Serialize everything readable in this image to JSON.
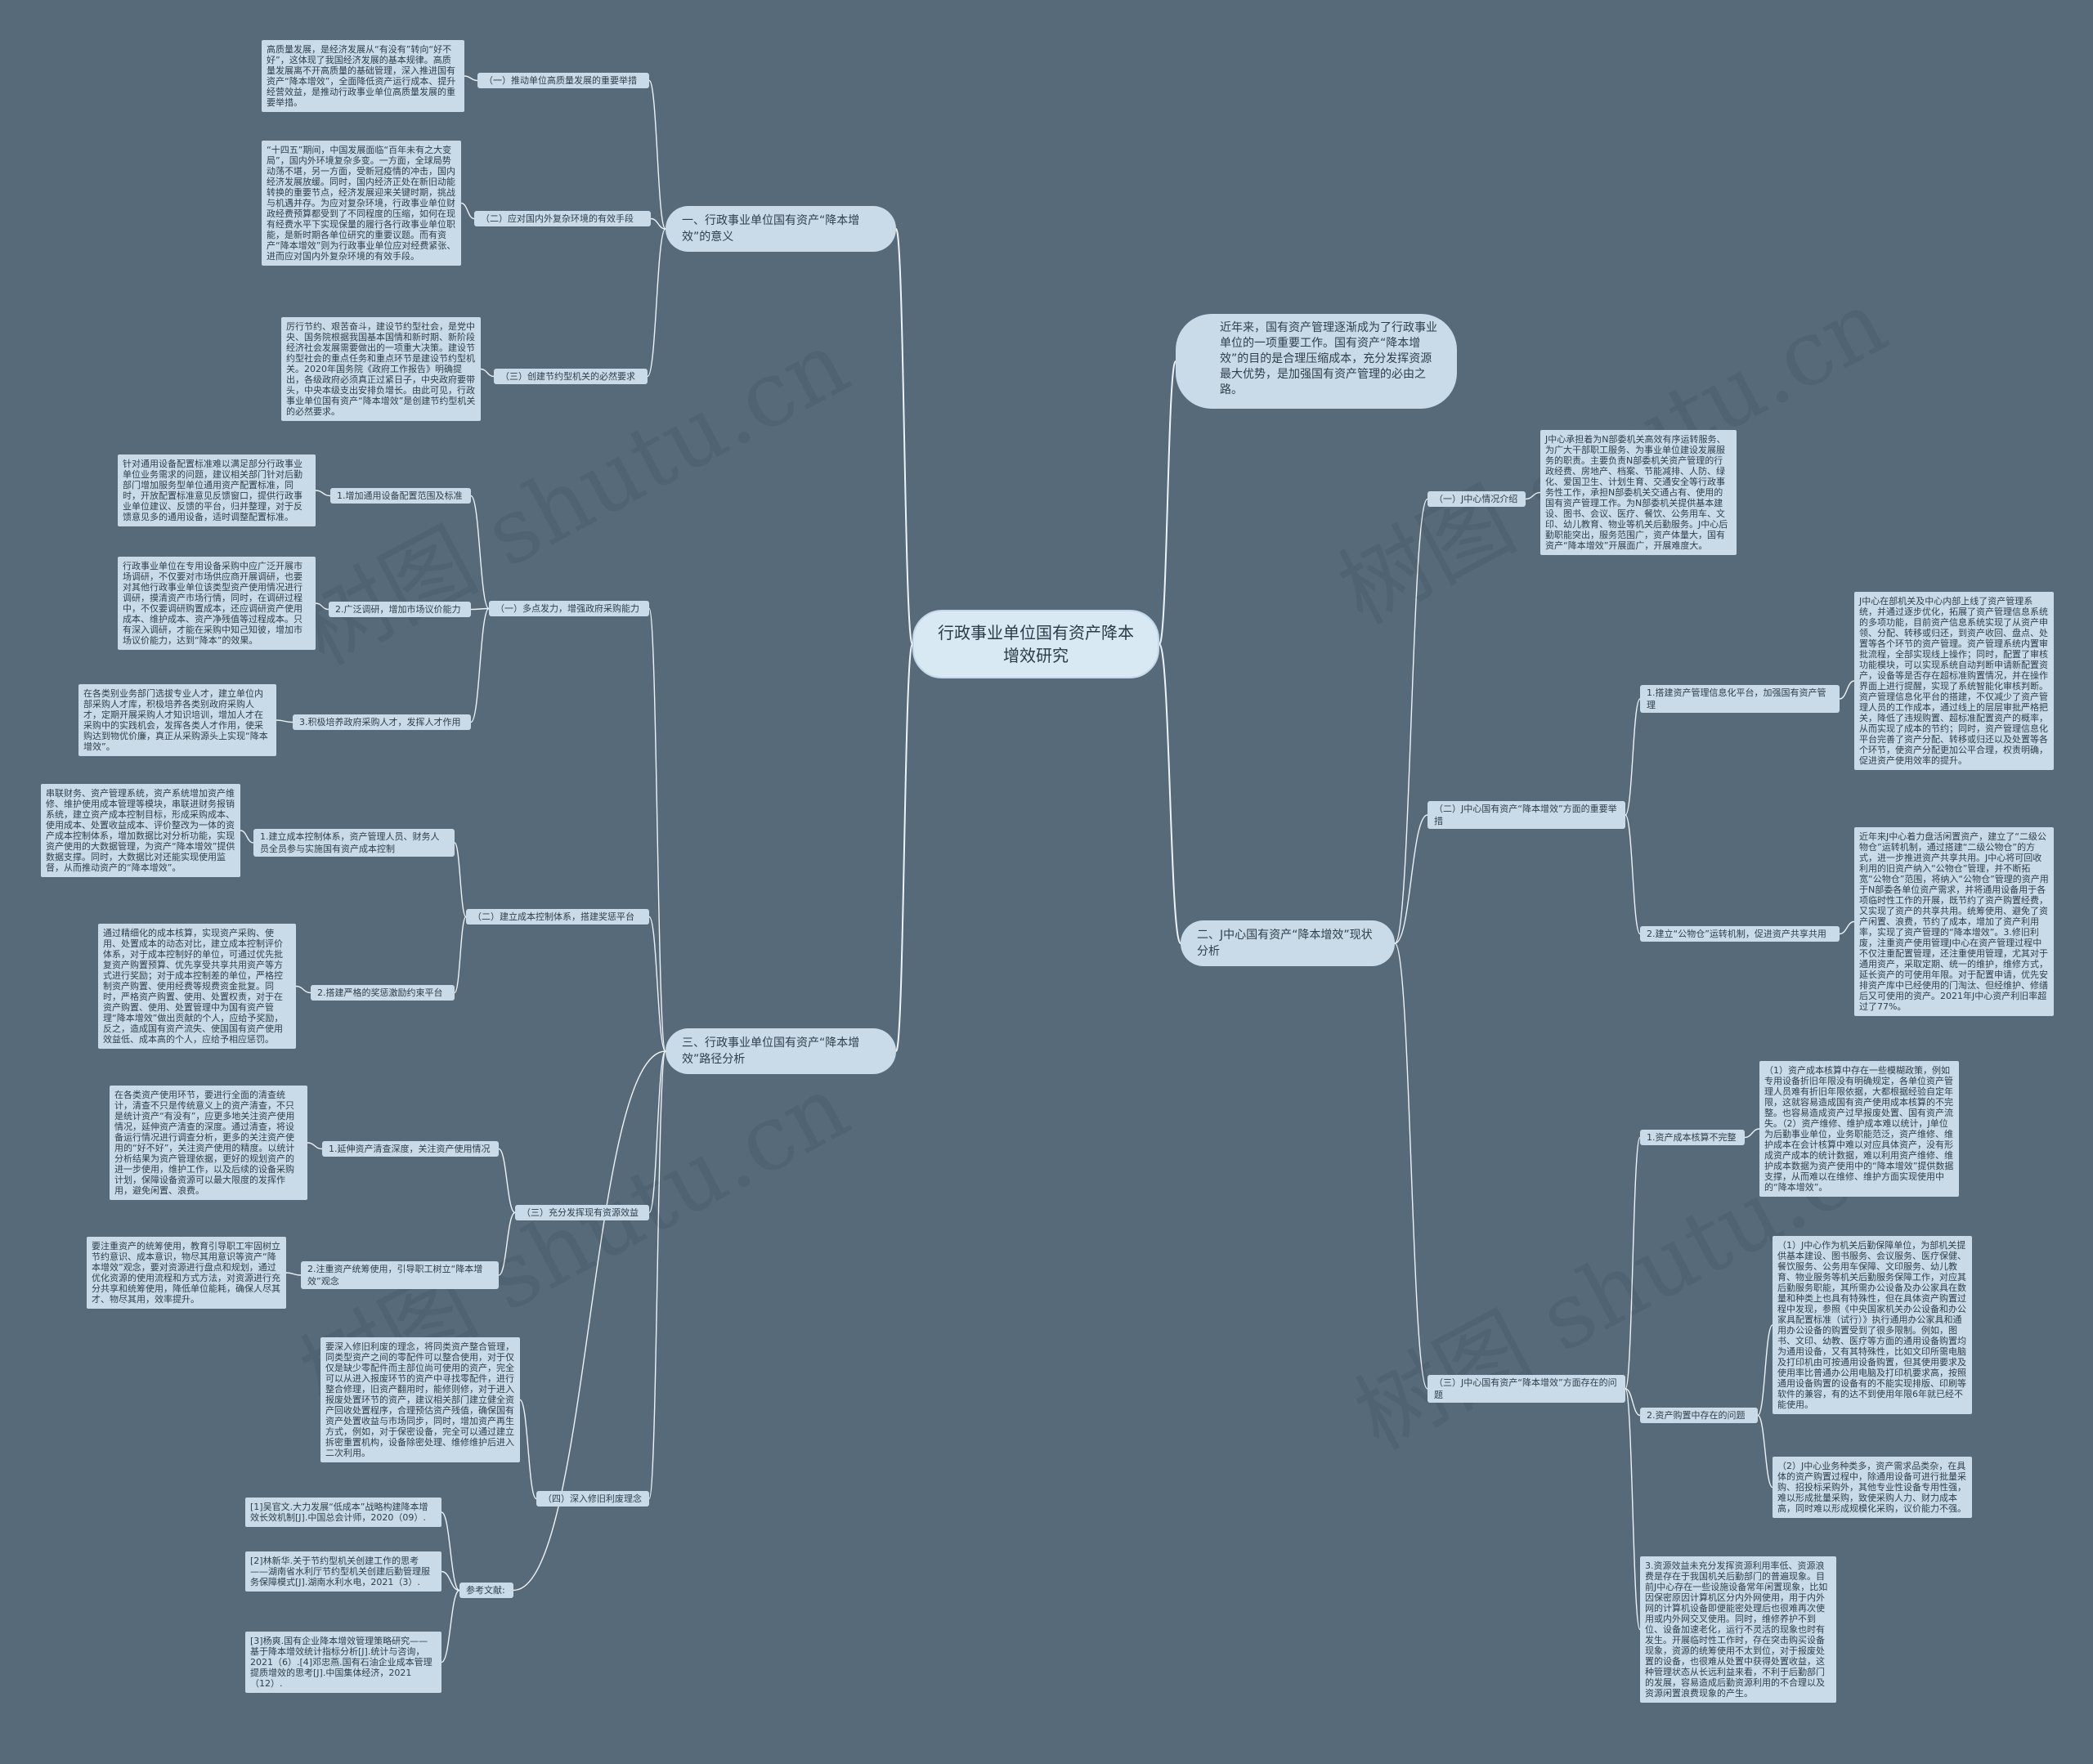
{
  "root": "行政事业单位国有资产降本增效研究",
  "intro": "近年来，国有资产管理逐渐成为了行政事业单位的一项重要工作。国有资产“降本增效”的目的是合理压缩成本，充分发挥资源最大优势，是加强国有资产管理的必由之路。",
  "watermark": "树图 shutu.cn",
  "s1": {
    "title": "一、行政事业单位国有资产“降本增效”的意义",
    "sub1": "（一）推动单位高质量发展的重要举措",
    "leaf1": "高质量发展，是经济发展从“有没有”转向“好不好”，这体现了我国经济发展的基本规律。高质量发展离不开高质量的基础管理，深入推进国有资产“降本增效”，全面降低资产运行成本、提升经营效益，是推动行政事业单位高质量发展的重要举措。",
    "sub2": "（二）应对国内外复杂环境的有效手段",
    "leaf2": "“十四五”期间，中国发展面临“百年未有之大变局”，国内外环境复杂多变。一方面，全球局势动荡不堪，另一方面，受新冠疫情的冲击，国内经济发展放缓。同时，国内经济正处在新旧动能转换的重要节点，经济发展迎来关键时期，挑战与机遇并存。为应对复杂环境，行政事业单位财政经费预算都受到了不同程度的压缩，如何在现有经费水平下实现保量的履行各行政事业单位职能，是新时期各单位研究的重要议题。而有资产“降本增效”则为行政事业单位应对经费紧张、进而应对国内外复杂环境的有效手段。",
    "sub3": "（三）创建节约型机关的必然要求",
    "leaf3": "厉行节约、艰苦奋斗，建设节约型社会，是党中央、国务院根据我国基本国情和新时期、新阶段经济社会发展需要做出的一项重大决策。建设节约型社会的重点任务和重点环节是建设节约型机关。2020年国务院《政府工作报告》明确提出，各级政府必须真正过紧日子，中央政府要带头，中央本级支出安排负增长。由此可见，行政事业单位国有资产“降本增效”是创建节约型机关的必然要求。"
  },
  "s2": {
    "title": "二、J中心国有资产“降本增效”现状分析",
    "sub1": "（一）J中心情况介绍",
    "leaf1": "J中心承担着为N部委机关高效有序运转服务、为广大干部职工服务、为事业单位建设发展服务的职责。主要负责N部委机关资产管理的行政经费、房地产、档案、节能减排、人防、绿化、爱国卫生、计划生育、交通安全等行政事务性工作，承担N部委机关交通占有、使用的国有资产管理工作。为N部委机关提供基本建设、图书、会议、医疗、餐饮、公务用车、文印、幼儿教育、物业等机关后勤服务。J中心后勤职能突出，服务范围广，资产体量大，国有资产“降本增效”开展面广，开展难度大。",
    "sub2": "（二）J中心国有资产“降本增效”方面的重要举措",
    "sub2_1": "1.搭建资产管理信息化平台，加强国有资产管理",
    "leaf2_1": "J中心在部机关及中心内部上线了资产管理系统，并通过逐步优化，拓展了资产管理信息系统的多项功能，目前资产信息系统实现了从资产申领、分配、转移或归还，到资产收回、盘点、处置等各个环节的资产管理。资产管理系统内置审批流程，全部实现线上操作；同时，配置了审核功能模块，可以实现系统自动判断申请新配置资产，设备等是否存在超标准购置情况，并在操作界面上进行提醒，实现了系统智能化审核判断。资产管理信息化平台的搭建，不仅减少了资产管理人员的工作成本，通过线上的层层审批严格把关，降低了违规购置、超标准配置资产的概率，从而实现了成本的节约；同时，资产管理信息化平台完善了资产分配、转移或归还以及处置等各个环节，使资产分配更加公平合理，权责明确，促进资产使用效率的提升。",
    "sub2_2": "2.建立“公物仓”运转机制，促进资产共享共用",
    "leaf2_2": "近年来J中心着力盘活闲置资产，建立了“二级公物仓”运转机制，通过搭建“二级公物仓”的方式，进一步推进资产共享共用。J中心将可回收利用的旧资产纳入“公物仓”管理，并不断拓宽“公物仓”范围，将纳入“公物仓”管理的资产用于N部委各单位资产需求，并将通用设备用于各项临时性工作的开展，既节约了资产购置经费，又实现了资产的共享共用。统筹使用、避免了资产闲置、浪费，节约了成本，增加了资产利用率，实现了资产管理的“降本增效”。3.修旧利废，注重资产使用管理J中心在资产管理过程中不仅注重配置管理，还注重使用管理，尤其对于通用资产，采取定期、统一的维护，维修方式，延长资产的可使用年限。对于配置申请，优先安排资产库中已经使用的门淘汰、但经维护、修缮后又可使用的资产。2021年J中心资产利旧率超过了77%。",
    "sub3": "（三）J中心国有资产“降本增效”方面存在的问题",
    "sub3_1": "1.资产成本核算不完整",
    "leaf3_1": "（1）资产成本核算中存在一些模糊政策，例如专用设备折旧年限没有明确规定，各单位资产管理人员难有折旧年限依据，大都根据经验自定年限，这就容易造成国有资产使用成本核算的不完整。也容易造成资产过早报废处置、国有资产流失。（2）资产维修、维护成本难以统计，J单位为后勤事业单位，业务职能范泛，资产维修、维护成本在会计核算中难以对应具体资产，没有形成资产成本的统计数据，难以利用资产维修、维护成本数据为资产使用中的“降本增效”提供数据支撑，从而难以在维修、维护方面实现使用中的“降本增效”。",
    "sub3_2": "2.资产购置中存在的问题",
    "leaf3_2a": "（1）J中心作为机关后勤保障单位，为部机关提供基本建设、图书服务、会议服务、医疗保健、餐饮服务、公务用车保障、文印服务、幼儿教育、物业服务等机关后勤服务保障工作，对应其后勤服务职能，其所需办公设备及办公家具在数量和种类上也具有特殊性，但在具体资产购置过程中发现，参照《中央国家机关办公设备和办公家具配置标准（试行）》执行通用办公家具和通用办公设备的购置受到了很多限制。例如，图书、文印、幼教、医疗等方面的通用设备购置均为通用设备，又有其特殊性，比如文印所需电脑及打印机由可按通用设备购置，但其使用要求及使用率比普通办公用电脑及打印机要求高，按照通用设备购置的设备有的不能实现排版、印刷等软件的兼容，有的达不到使用年限6年就已经不能使用。",
    "leaf3_2b": "（2）J中心业务种类多，资产需求品类杂，在具体的资产购置过程中，除通用设备可进行批量采购、招投标采购外，其他专业性设备专用性强，难以形成批量采购，致使采购人力、财力成本高，同时难以形成规模化采购，议价能力不强。",
    "sub3_3": "3.资源效益未充分发挥资源利用率低、资源浪费是存在于我国机关后勤部门的普遍现象。目前J中心存在一些设施设备常年闲置现象，比如因保密原因计算机区分内外网使用，用于内外网的计算机设备即便能密处理后也很难再次使用或内外网交叉使用。同时，维修养护不到位、设备加速老化，运行不灵活的现象也时有发生。开展临时性工作时，存在突击购买设备现象，资源的统筹使用不太到位，对于报废处置的设备，也很难从处置中获得处置收益，这种管理状态从长远利益来看，不利于后勤部门的发展，容易造成后勤资源利用的不合理以及资源闲置浪费现象的产生。"
  },
  "s3": {
    "title": "三、行政事业单位国有资产“降本增效”路径分析",
    "sub1": "（一）多点发力，增强政府采购能力",
    "sub1_1": "1.增加通用设备配置范围及标准",
    "leaf1_1": "针对通用设备配置标准难以满足部分行政事业单位业务需求的问题，建议相关部门针对后勤部门增加服务型单位通用资产配置标准，同时，开放配置标准意见反馈窗口，提供行政事业单位建议、反馈的平台，归并整理，对于反馈意见多的通用设备，适时调整配置标准。",
    "sub1_2": "2.广泛调研，增加市场议价能力",
    "leaf1_2": "行政事业单位在专用设备采购中应广泛开展市场调研，不仅要对市场供应商开展调研，也要对其他行政事业单位该类型资产使用情况进行调研，摸清资产市场行情，同时，在调研过程中，不仅要调研购置成本，还应调研资产使用成本、维护成本、资产净残值等过程成本。只有深入调研，才能在采购中知己知彼，增加市场议价能力，达到“降本”的效果。",
    "sub1_3": "3.积极培养政府采购人才，发挥人才作用",
    "leaf1_3": "在各类别业务部门选拔专业人才，建立单位内部采购人才库，积极培养各类别政府采购人才，定期开展采购人才知识培训，增加人才在采购中的实践机会，发挥各类人才作用，使采购达到物优价廉，真正从采购源头上实现“降本增效”。",
    "sub2": "（二）建立成本控制体系，搭建奖惩平台",
    "sub2_1": "1.建立成本控制体系，资产管理人员、财务人员全员参与实施国有资产成本控制",
    "leaf2_1": "串联财务、资产管理系统，资产系统增加资产维修、维护使用成本管理等模块，串联进财务报销系统，建立资产成本控制目标，形成采购成本、使用成本、处置收益成本、评价整改为一体的资产成本控制体系，增加数据比对分析功能，实现资产使用的大数据管理，为资产“降本增效”提供数据支撑。同时，大数据比对还能实现使用监督，从而推动资产的“降本增效”。",
    "sub2_2": "2.搭建严格的奖惩激励约束平台",
    "leaf2_2": "通过精细化的成本核算，实现资产采购、使用、处置成本的动态对比，建立成本控制评价体系，对于成本控制好的单位，可通过优先批复资产购置预算、优先享受共享共用资产等方式进行奖励；对于成本控制差的单位，严格控制资产购置、使用经费等规费资金批复。同时，严格资产购置、使用、处置权责，对于在资产购置、使用、处置管理中为国有资产管理“降本增效”做出贡献的个人，应给予奖励，反之，造成国有资产流失、使国国有资产使用效益低、成本高的个人，应给予相应惩罚。",
    "sub3": "（三）充分发挥现有资源效益",
    "sub3_1": "1.延伸资产清查深度，关注资产使用情况",
    "leaf3_1": "在各类资产使用环节，要进行全面的清查统计，清查不只是传统意义上的资产清查，不只是统计资产“有没有”，应更多地关注资产使用情况，延伸资产清查的深度。通过清查，将设备运行情况进行调查分析，更多的关注资产使用的“好不好”，关注资产使用的精度。以统计分析结果为资产管理依据，更好的规划资产的进一步使用，维护工作，以及后续的设备采购计划，保障设备资源可以最大限度的发挥作用，避免闲置、浪费。",
    "sub3_2": "2.注重资产统筹使用，引导职工树立“降本增效”观念",
    "leaf3_2": "要注重资产的统筹使用，教育引导职工牢固树立节约意识、成本意识，物尽其用意识等资产“降本增效”观念，要对资源进行盘点和规划，通过优化资源的使用流程和方式方法，对资源进行充分共享和统筹使用，降低单位能耗，确保人尽其才、物尽其用，效率提升。",
    "sub4": "（四）深入修旧利废理念",
    "leaf4": "要深入修旧利废的理念，将同类资产整合管理，同类型资产之间的零配件可以整合使用，对于仅仅是缺少零配件而主部位尚可使用的资产，完全可以从进入报废环节的资产中寻找零配件，进行整合修理，旧资产翻用时，能修则修，对于进入报废处置环节的资产，建议相关部门建立健全资产回收处置程序，合理预估资产残值，确保国有资产处置收益与市场同步，同时，增加资产再生方式，例如，对于保密设备，完全可以通过建立拆密重置机构，设备除密处理、维修维护后进入二次利用。",
    "refs": "参考文献:",
    "ref1": "[1]吴官文.大力发展“低成本”战略构建降本增效长效机制[J].中国总会计师，2020（09）.",
    "ref2": "[2]林新华.关于节约型机关创建工作的思考——湖南省水利厅节约型机关创建后勤管理服务保障模式[J].湖南水利水电，2021（3）.",
    "ref3": "[3]杨爽.国有企业降本增效管理策略研究——基于降本增效统计指标分析[J].统计与咨询，2021（6）.[4]邓忠燕.国有石油企业成本管理提质增效的思考[J].中国集体经济，2021（12）."
  }
}
